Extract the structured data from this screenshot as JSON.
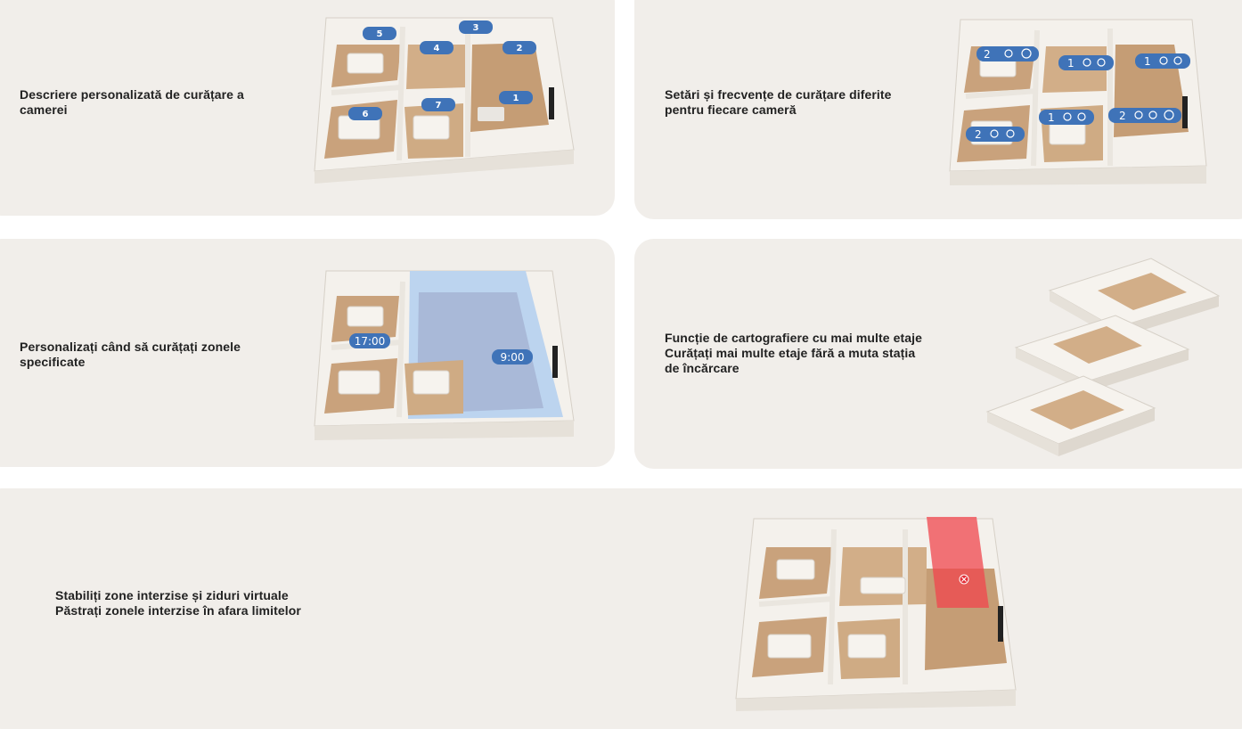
{
  "features": [
    {
      "id": "custom-room-cleaning",
      "lines": [
        "Descriere personalizată de curățare a",
        "camerei"
      ],
      "room_badges": [
        "5",
        "3",
        "4",
        "2",
        "7",
        "1",
        "6"
      ]
    },
    {
      "id": "room-settings",
      "lines": [
        "Setări și frecvențe de curățare diferite",
        "pentru fiecare cameră"
      ],
      "room_badges": [
        "2",
        "1",
        "1",
        "1",
        "2",
        "2"
      ]
    },
    {
      "id": "scheduled-cleaning",
      "lines": [
        "Personalizați când să curățați zonele",
        "specificate"
      ],
      "time_badges": [
        "17:00",
        "9:00"
      ]
    },
    {
      "id": "multi-floor-mapping",
      "lines": [
        "Funcție de cartografiere cu mai multe etaje",
        "Curățați mai multe etaje fără a muta stația",
        "de încărcare"
      ]
    },
    {
      "id": "no-go-zones",
      "lines": [
        "Stabiliți zone interzise și ziduri virtuale",
        "Păstrați zonele interzise în afara limitelor"
      ]
    }
  ],
  "colors": {
    "card_bg": "#f1eeea",
    "badge_blue": "#3f73b8",
    "floor_wood": "#c9a27c",
    "wall": "#f4f1ec",
    "zone_blue": "#bcd4ef",
    "no_go_red": "#f0454d"
  },
  "icons": [
    "mop-icon",
    "fan-icon",
    "water-drop-icon",
    "forbidden-icon"
  ]
}
